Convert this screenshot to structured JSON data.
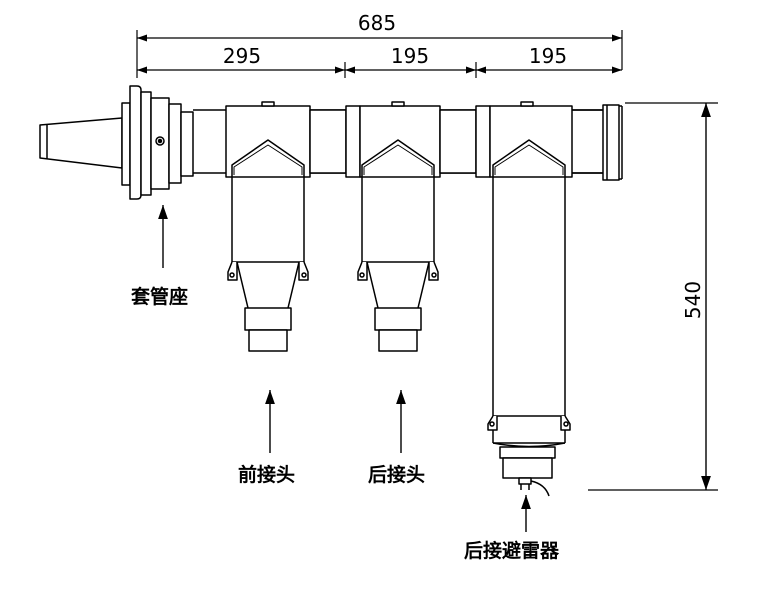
{
  "dimensions": {
    "overall": "685",
    "segment_1": "295",
    "segment_2": "195",
    "segment_3": "195",
    "height": "540"
  },
  "labels": {
    "bushing_seat": "套管座",
    "front_connector": "前接头",
    "rear_connector": "后接头",
    "rear_arrester": "后接避雷器"
  },
  "colors": {
    "line": "#000000",
    "background": "#ffffff"
  }
}
